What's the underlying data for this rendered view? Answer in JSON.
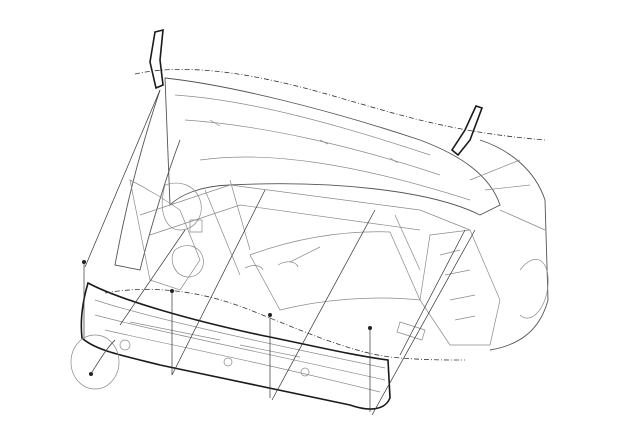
{
  "diagram": {
    "colors": {
      "line": "#1a1a1a",
      "detail": "#8a8a8a",
      "background": "#ffffff"
    },
    "icons": [
      "hood-seal-left",
      "hood-seal-right",
      "cowl-top-cover",
      "clip-fastener",
      "detail-view-circle"
    ]
  }
}
